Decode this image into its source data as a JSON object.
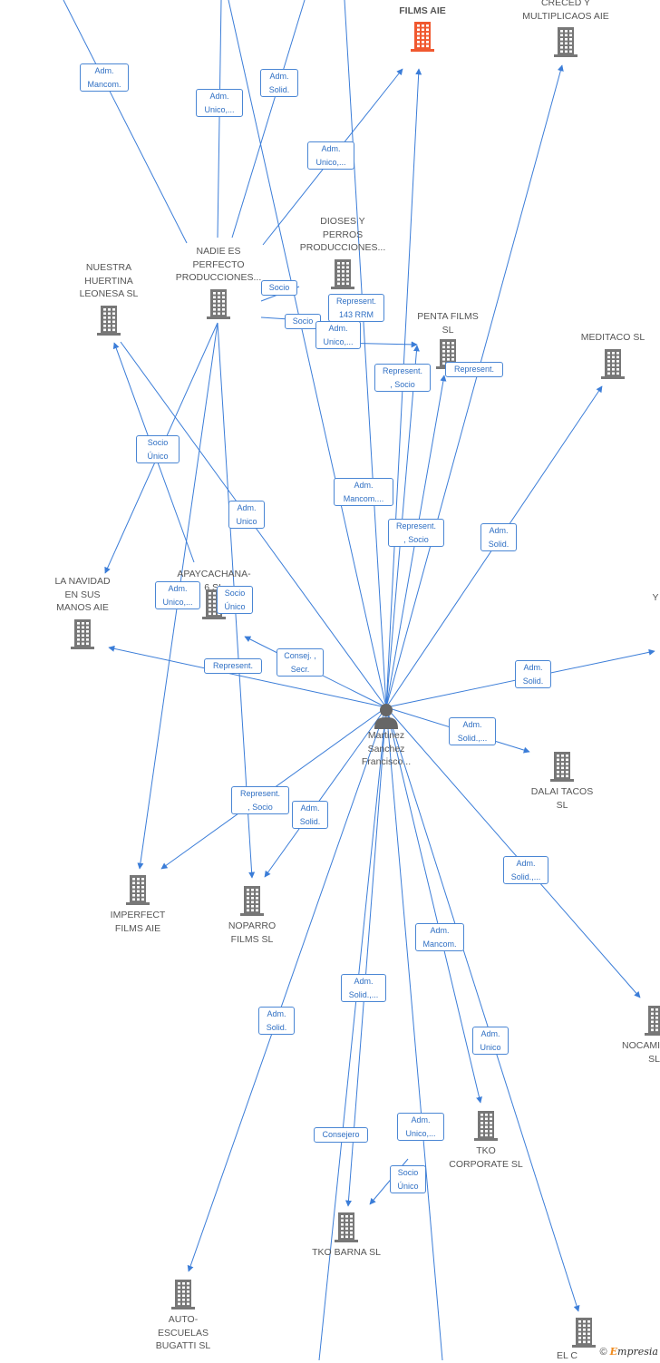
{
  "colors": {
    "edge": "#3b7dd8",
    "building": "#777777",
    "highlight": "#f0582f",
    "label": "#555555"
  },
  "person": {
    "label": "Martinez\nSanchez\nFrancisco...",
    "icon": "person-icon"
  },
  "companies": [
    {
      "id": "ilusion",
      "label": "ILUSION\nFILMS AIE",
      "highlight": true
    },
    {
      "id": "creced",
      "label": "CRECED Y\nMULTIPLICAOS AIE"
    },
    {
      "id": "nadie",
      "label": "NADIE ES\nPERFECTO\nPRODUCCIONES..."
    },
    {
      "id": "dioses",
      "label": "DIOSES Y\nPERROS\nPRODUCCIONES..."
    },
    {
      "id": "nuestra",
      "label": "NUESTRA\nHUERTINA\nLEONESA  SL"
    },
    {
      "id": "penta",
      "label": "PENTA FILMS\nSL"
    },
    {
      "id": "meditaco",
      "label": "MEDITACO  SL"
    },
    {
      "id": "navidad",
      "label": "LA NAVIDAD\nEN SUS\nMANOS AIE"
    },
    {
      "id": "apay",
      "label": "APAYCACHANA-\n6 SL"
    },
    {
      "id": "dalai",
      "label": "DALAI TACOS\nSL"
    },
    {
      "id": "imperfect",
      "label": "IMPERFECT\nFILMS AIE"
    },
    {
      "id": "noparro",
      "label": "NOPARRO\nFILMS  SL"
    },
    {
      "id": "nocam",
      "label": "NOCAMI\nSL"
    },
    {
      "id": "tkocorp",
      "label": "TKO\nCORPORATE  SL"
    },
    {
      "id": "tkobarna",
      "label": "TKO BARNA  SL"
    },
    {
      "id": "auto",
      "label": "AUTO-\nESCUELAS\nBUGATTI SL"
    },
    {
      "id": "elc",
      "label": "EL C"
    },
    {
      "id": "yedge",
      "label": "Y"
    }
  ],
  "edge_labels": [
    "Adm.\nMancom.",
    "Adm.\nUnico,...",
    "Adm.\nSolid.",
    "Adm.\nUnico,...",
    "Socio",
    "Socio",
    "Represent.\n143 RRM",
    "Adm.\nUnico,...",
    "Represent.\n, Socio",
    "Represent.",
    "Socio\nÚnico",
    "Adm.\nMancom....",
    "Adm.\nUnico",
    "Represent.\n, Socio",
    "Adm.\nSolid.",
    "Adm.\nUnico,...",
    "Socio\nÚnico",
    "Consej. ,\nSecr.",
    "Represent.",
    "Adm.\nSolid.",
    "Adm.\nSolid.,...",
    "Represent.\n, Socio",
    "Adm.\nSolid.",
    "Adm.\nSolid.,...",
    "Adm.\nMancom.",
    "Adm.\nSolid.,...",
    "Adm.\nSolid.",
    "Adm.\nUnico",
    "Consejero",
    "Adm.\nUnico,...",
    "Socio\nÚnico"
  ],
  "footer": {
    "copyright": "©",
    "brand_initial": "E",
    "brand_rest": "mpresia"
  }
}
